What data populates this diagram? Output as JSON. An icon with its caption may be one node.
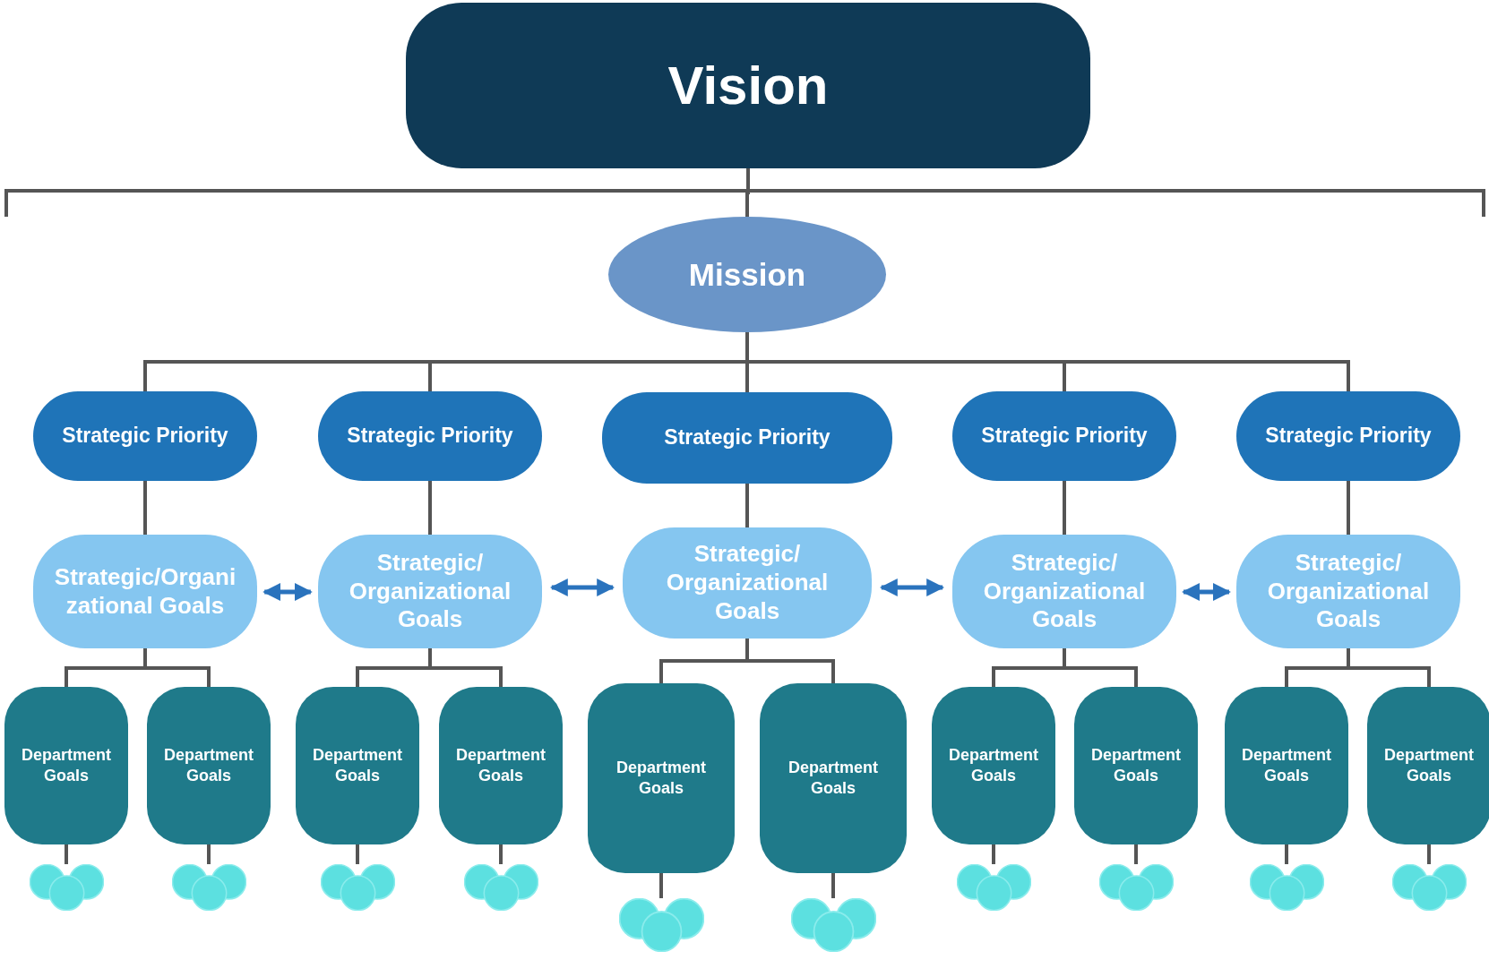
{
  "diagram": {
    "nodes": [
      {
        "text": [
          "Vision"
        ]
      },
      {
        "text": [
          "Mission"
        ]
      },
      {
        "text": [
          "Strategic Priority"
        ]
      },
      {
        "text": [
          "Strategic Priority"
        ]
      },
      {
        "text": [
          "Strategic Priority"
        ]
      },
      {
        "text": [
          "Strategic Priority"
        ]
      },
      {
        "text": [
          "Strategic Priority"
        ]
      },
      {
        "text": [
          "Strategic/Organi zational Goals"
        ]
      },
      {
        "text": [
          "Strategic/ Organizational Goals"
        ]
      },
      {
        "text": [
          "Strategic/ Organizational Goals"
        ]
      },
      {
        "text": [
          "Strategic/ Organizational Goals"
        ]
      },
      {
        "text": [
          "Strategic/ Organizational Goals"
        ]
      },
      {
        "text": [
          "Department Goals"
        ]
      },
      {
        "text": [
          "Department Goals"
        ]
      },
      {
        "text": [
          "Department Goals"
        ]
      },
      {
        "text": [
          "Department Goals"
        ]
      },
      {
        "text": [
          "Department Goals"
        ]
      },
      {
        "text": [
          "Department Goals"
        ]
      },
      {
        "text": [
          "Department Goals"
        ]
      },
      {
        "text": [
          "Department Goals"
        ]
      },
      {
        "text": [
          "Department Goals"
        ]
      },
      {
        "text": [
          "Department Goals"
        ]
      },
      {
        "text": [],
        "shape": "circle"
      },
      {
        "text": [],
        "shape": "circle"
      },
      {
        "text": [],
        "shape": "circle"
      },
      {
        "text": [],
        "shape": "circle"
      },
      {
        "text": [],
        "shape": "circle"
      },
      {
        "text": [],
        "shape": "circle"
      },
      {
        "text": [],
        "shape": "circle"
      },
      {
        "text": [],
        "shape": "circle"
      },
      {
        "text": [],
        "shape": "circle"
      },
      {
        "text": [],
        "shape": "circle"
      }
    ],
    "edges": [
      {
        "from": 0,
        "to": 1,
        "arrow": "none"
      },
      {
        "from": 1,
        "to": 2,
        "arrow": "none"
      },
      {
        "from": 1,
        "to": 3,
        "arrow": "none"
      },
      {
        "from": 1,
        "to": 4,
        "arrow": "none"
      },
      {
        "from": 1,
        "to": 5,
        "arrow": "none"
      },
      {
        "from": 1,
        "to": 6,
        "arrow": "none"
      },
      {
        "from": 2,
        "to": 7,
        "arrow": "none"
      },
      {
        "from": 3,
        "to": 8,
        "arrow": "none"
      },
      {
        "from": 4,
        "to": 9,
        "arrow": "none"
      },
      {
        "from": 5,
        "to": 10,
        "arrow": "none"
      },
      {
        "from": 6,
        "to": 11,
        "arrow": "none"
      },
      {
        "from": 7,
        "to": 8,
        "arrow": "both",
        "color": "#2a73bd"
      },
      {
        "from": 8,
        "to": 9,
        "arrow": "both",
        "color": "#2a73bd"
      },
      {
        "from": 9,
        "to": 10,
        "arrow": "both",
        "color": "#2a73bd"
      },
      {
        "from": 10,
        "to": 11,
        "arrow": "both",
        "color": "#2a73bd"
      },
      {
        "from": 7,
        "to": 12,
        "arrow": "none"
      },
      {
        "from": 7,
        "to": 13,
        "arrow": "none"
      },
      {
        "from": 8,
        "to": 14,
        "arrow": "none"
      },
      {
        "from": 8,
        "to": 15,
        "arrow": "none"
      },
      {
        "from": 9,
        "to": 16,
        "arrow": "none"
      },
      {
        "from": 9,
        "to": 17,
        "arrow": "none"
      },
      {
        "from": 10,
        "to": 18,
        "arrow": "none"
      },
      {
        "from": 10,
        "to": 19,
        "arrow": "none"
      },
      {
        "from": 11,
        "to": 20,
        "arrow": "none"
      },
      {
        "from": 11,
        "to": 21,
        "arrow": "none"
      },
      {
        "from": 12,
        "to": 22,
        "arrow": "none"
      },
      {
        "from": 13,
        "to": 23,
        "arrow": "none"
      },
      {
        "from": 14,
        "to": 24,
        "arrow": "none"
      },
      {
        "from": 15,
        "to": 25,
        "arrow": "none"
      },
      {
        "from": 16,
        "to": 26,
        "arrow": "none"
      },
      {
        "from": 17,
        "to": 27,
        "arrow": "none"
      },
      {
        "from": 18,
        "to": 28,
        "arrow": "none"
      },
      {
        "from": 19,
        "to": 29,
        "arrow": "none"
      },
      {
        "from": 20,
        "to": 30,
        "arrow": "none"
      },
      {
        "from": 21,
        "to": 31,
        "arrow": "none"
      }
    ]
  }
}
